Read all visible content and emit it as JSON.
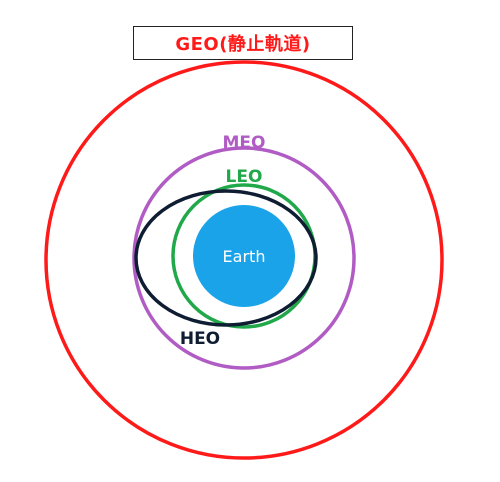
{
  "title": "GEO(静止軌道)",
  "earth": {
    "label": "Earth",
    "color": "#1aa3e8"
  },
  "orbits": [
    {
      "id": "geo",
      "label": "GEO",
      "color": "#ff1a1a"
    },
    {
      "id": "meo",
      "label": "MEO",
      "color": "#b05cc4"
    },
    {
      "id": "leo",
      "label": "LEO",
      "color": "#20a84a"
    },
    {
      "id": "heo",
      "label": "HEO",
      "color": "#0f1d33"
    }
  ],
  "colors": {
    "title": "#ff1a1a",
    "title_border": "#222222"
  }
}
